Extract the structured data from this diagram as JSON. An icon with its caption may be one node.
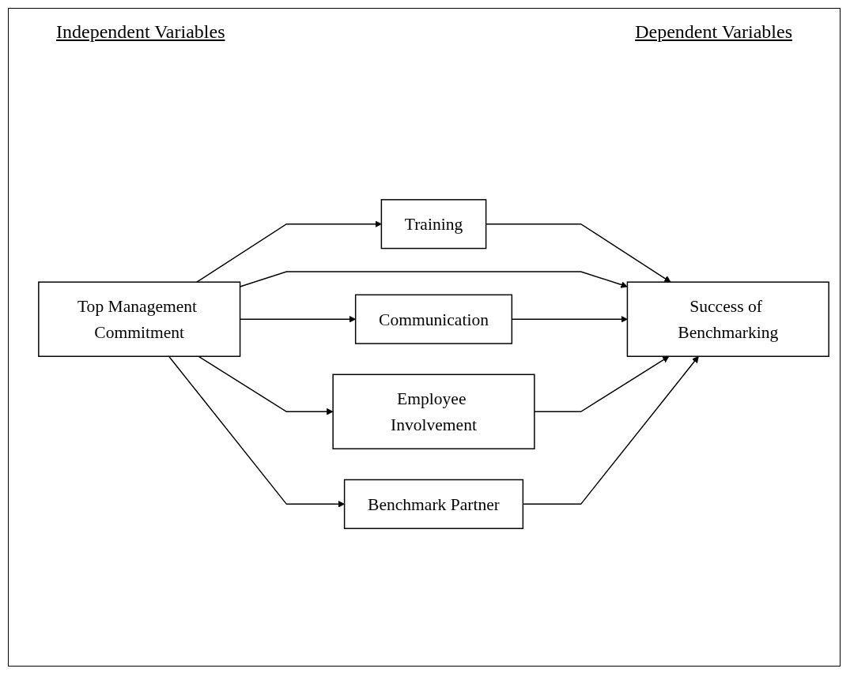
{
  "diagram": {
    "nodes": [
      {
        "text": [
          "Training"
        ]
      },
      {
        "text": [
          "Top Management Commitment"
        ]
      },
      {
        "text": [
          "Communication"
        ]
      },
      {
        "text": [
          "Employee Involvement"
        ]
      },
      {
        "text": [
          "Benchmark Partner"
        ]
      },
      {
        "text": [
          "Success of Benchmarking"
        ]
      }
    ],
    "edges": [
      {
        "from": 1,
        "to": 0,
        "arrow": "to"
      },
      {
        "from": 1,
        "to": 2,
        "arrow": "to"
      },
      {
        "from": 1,
        "to": 3,
        "arrow": "to"
      },
      {
        "from": 1,
        "to": 4,
        "arrow": "to"
      },
      {
        "from": 0,
        "to": 5,
        "arrow": "to"
      },
      {
        "from": 1,
        "to": 5,
        "arrow": "to"
      },
      {
        "from": 2,
        "to": 5,
        "arrow": "to"
      },
      {
        "from": 3,
        "to": 5,
        "arrow": "to"
      },
      {
        "from": 4,
        "to": 5,
        "arrow": "to"
      }
    ],
    "labels": [
      "Independent Variables",
      "Dependent Variables"
    ]
  }
}
